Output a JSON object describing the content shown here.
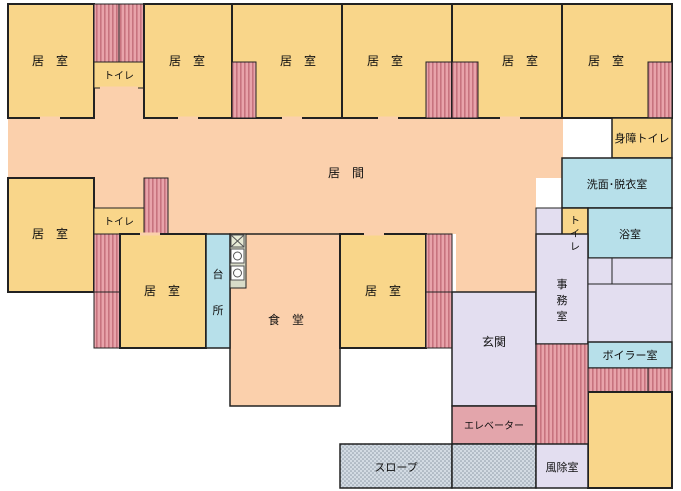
{
  "labels": {
    "room": "居　室",
    "toilet": "トイレ",
    "living": "居　間",
    "kitchen_1": "台",
    "kitchen_2": "所",
    "dining": "食　堂",
    "entrance": "玄関",
    "office_1": "事",
    "office_2": "務",
    "office_3": "室",
    "accessible_toilet": "身障トイレ",
    "wash_room": "洗面･脱衣室",
    "bath": "浴室",
    "side_toilet_1": "ト",
    "side_toilet_2": "イ",
    "side_toilet_3": "レ",
    "boiler": "ボイラー室",
    "elevator": "エレベーター",
    "slope": "スロープ",
    "windbreak": "風除室"
  },
  "colors": {
    "room": "#f9d68a",
    "corridor": "#fbd0ac",
    "closet": "#d98d96",
    "water": "#b7e0ea",
    "service": "#e3def0",
    "slope": "#c9d3dc",
    "wall": "#222222"
  }
}
